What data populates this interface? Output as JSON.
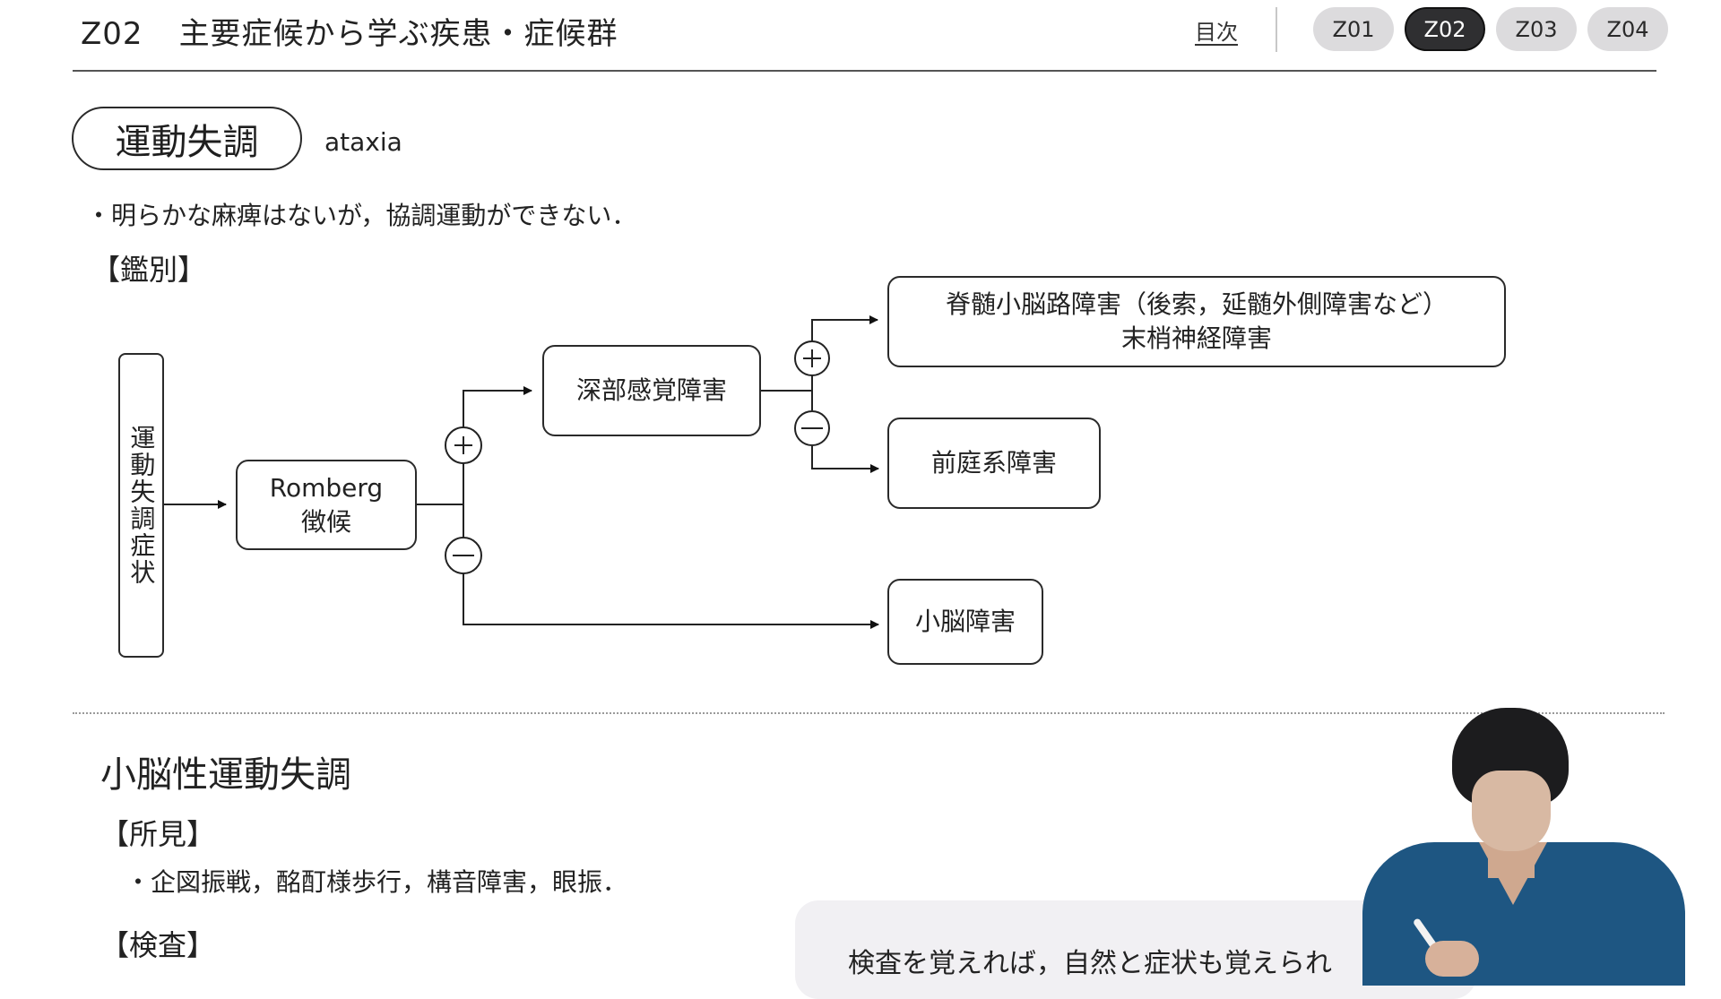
{
  "header": {
    "code": "Z02",
    "title": "主要症候から学ぶ疾患・症候群",
    "toc_label": "目次",
    "tabs": [
      {
        "label": "Z01",
        "active": false
      },
      {
        "label": "Z02",
        "active": true
      },
      {
        "label": "Z03",
        "active": false
      },
      {
        "label": "Z04",
        "active": false
      }
    ]
  },
  "term": {
    "ja": "運動失調",
    "en": "ataxia",
    "definition": "・明らかな麻痺はないが，協調運動ができない．",
    "differential_label": "【鑑別】"
  },
  "diagram": {
    "start": "運動失調症状",
    "romberg": "Romberg\n徴候",
    "deep_sensory": "深部感覚障害",
    "spinocerebellar_line1": "脊髄小脳路障害（後索，延髄外側障害など）",
    "spinocerebellar_line2": "末梢神経障害",
    "vestibular": "前庭系障害",
    "cerebellar": "小脳障害",
    "plus_sign": "+",
    "minus_sign": "−"
  },
  "section2": {
    "title": "小脳性運動失調",
    "findings_label": "【所見】",
    "findings": "・企図振戦，酩酊様歩行，構音障害，眼振．",
    "exam_label": "【検査】"
  },
  "callout": {
    "text": "検査を覚えれば，自然と症状も覚えられ"
  }
}
